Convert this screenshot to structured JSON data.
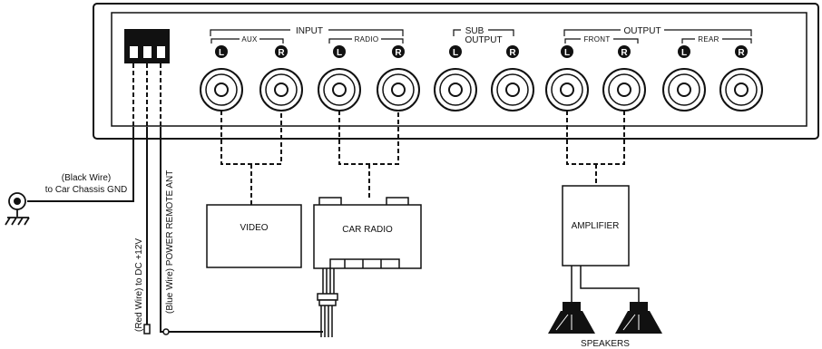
{
  "panel": {
    "input_group": "INPUT",
    "aux": "AUX",
    "radio": "RADIO",
    "sub_output_line1": "SUB",
    "sub_output_line2": "OUTPUT",
    "output_group": "OUTPUT",
    "front": "FRONT",
    "rear": "REAR",
    "left_mark": "L",
    "right_mark": "R"
  },
  "wires": {
    "black_line1": "(Black Wire)",
    "black_line2": "to Car Chassis GND",
    "red": "(Red Wire) to DC +12V",
    "blue": "(Blue Wire) POWER REMOTE ANT"
  },
  "devices": {
    "video": "VIDEO",
    "car_radio": "CAR RADIO",
    "amplifier": "AMPLIFIER",
    "speakers": "SPEAKERS"
  }
}
